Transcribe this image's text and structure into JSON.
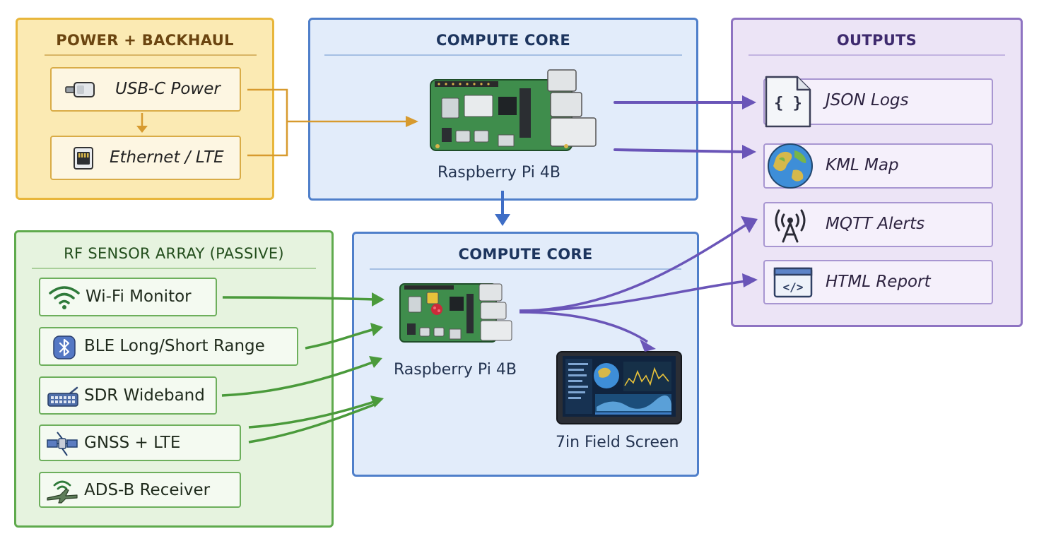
{
  "power": {
    "title": "POWER + BACKHAUL",
    "items": [
      {
        "label": "USB-C Power",
        "icon": "usb-c-plug-icon"
      },
      {
        "label": "Ethernet / LTE",
        "icon": "ethernet-port-icon"
      }
    ]
  },
  "compute_top": {
    "title": "COMPUTE CORE",
    "board_caption": "Raspberry Pi 4B"
  },
  "compute_bottom": {
    "title": "COMPUTE CORE",
    "board_caption": "Raspberry Pi 4B",
    "screen_caption": "7in Field Screen"
  },
  "rf": {
    "title": "RF SENSOR ARRAY (PASSIVE)",
    "items": [
      {
        "label": "Wi-Fi Monitor",
        "icon": "wifi-icon"
      },
      {
        "label": "BLE Long/Short Range",
        "icon": "bluetooth-icon"
      },
      {
        "label": "SDR Wideband",
        "icon": "sdr-radio-icon"
      },
      {
        "label": "GNSS + LTE",
        "icon": "satellite-icon"
      },
      {
        "label": "ADS-B Receiver",
        "icon": "adsb-antenna-icon"
      }
    ]
  },
  "outputs": {
    "title": "OUTPUTS",
    "items": [
      {
        "label": "JSON Logs",
        "icon": "json-file-icon"
      },
      {
        "label": "KML Map",
        "icon": "globe-icon"
      },
      {
        "label": "MQTT Alerts",
        "icon": "broadcast-tower-icon"
      },
      {
        "label": "HTML Report",
        "icon": "html-code-icon"
      }
    ]
  },
  "colors": {
    "power_accent": "#e8b63b",
    "compute_accent": "#4f7fca",
    "outputs_accent": "#8e73c2",
    "rf_accent": "#5faa4d",
    "power_arrow": "#d79a2e",
    "rf_arrow": "#4a9a3b",
    "output_arrow": "#6a55b8",
    "link_arrow": "#3f6ec6"
  }
}
